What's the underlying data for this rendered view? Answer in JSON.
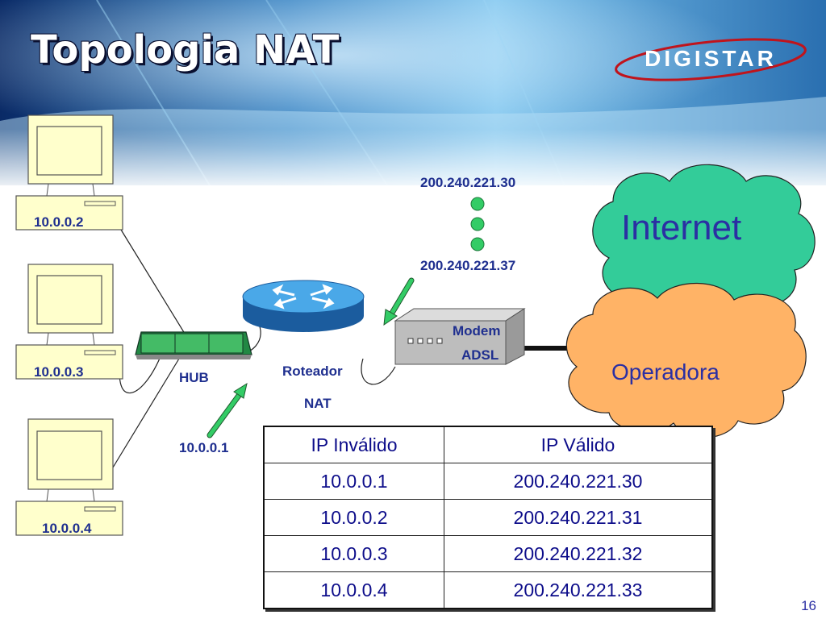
{
  "title": "Topologia NAT",
  "logo": {
    "text": "DIGISTAR"
  },
  "hosts": [
    {
      "ip": "10.0.0.2"
    },
    {
      "ip": "10.0.0.3"
    },
    {
      "ip": "10.0.0.4"
    }
  ],
  "hub_label": "HUB",
  "router": {
    "label_line1": "Roteador",
    "label_line2": "NAT",
    "ip": "10.0.0.1"
  },
  "modem": {
    "label_line1": "Modem",
    "label_line2": "ADSL"
  },
  "valid_ip_range": {
    "first": "200.240.221.30",
    "last": "200.240.221.37"
  },
  "clouds": {
    "internet": "Internet",
    "operator": "Operadora"
  },
  "nat_table": {
    "headers": [
      "IP Inválido",
      "IP Válido"
    ],
    "rows": [
      [
        "10.0.0.1",
        "200.240.221.30"
      ],
      [
        "10.0.0.2",
        "200.240.221.31"
      ],
      [
        "10.0.0.3",
        "200.240.221.32"
      ],
      [
        "10.0.0.4",
        "200.240.221.33"
      ]
    ]
  },
  "page_number": "16",
  "colors": {
    "label_blue": "#1f2f8f",
    "internet_cloud": "#33cc99",
    "operator_cloud": "#ffb366",
    "arrow_green": "#33cc66",
    "dot_green": "#33cc66"
  }
}
